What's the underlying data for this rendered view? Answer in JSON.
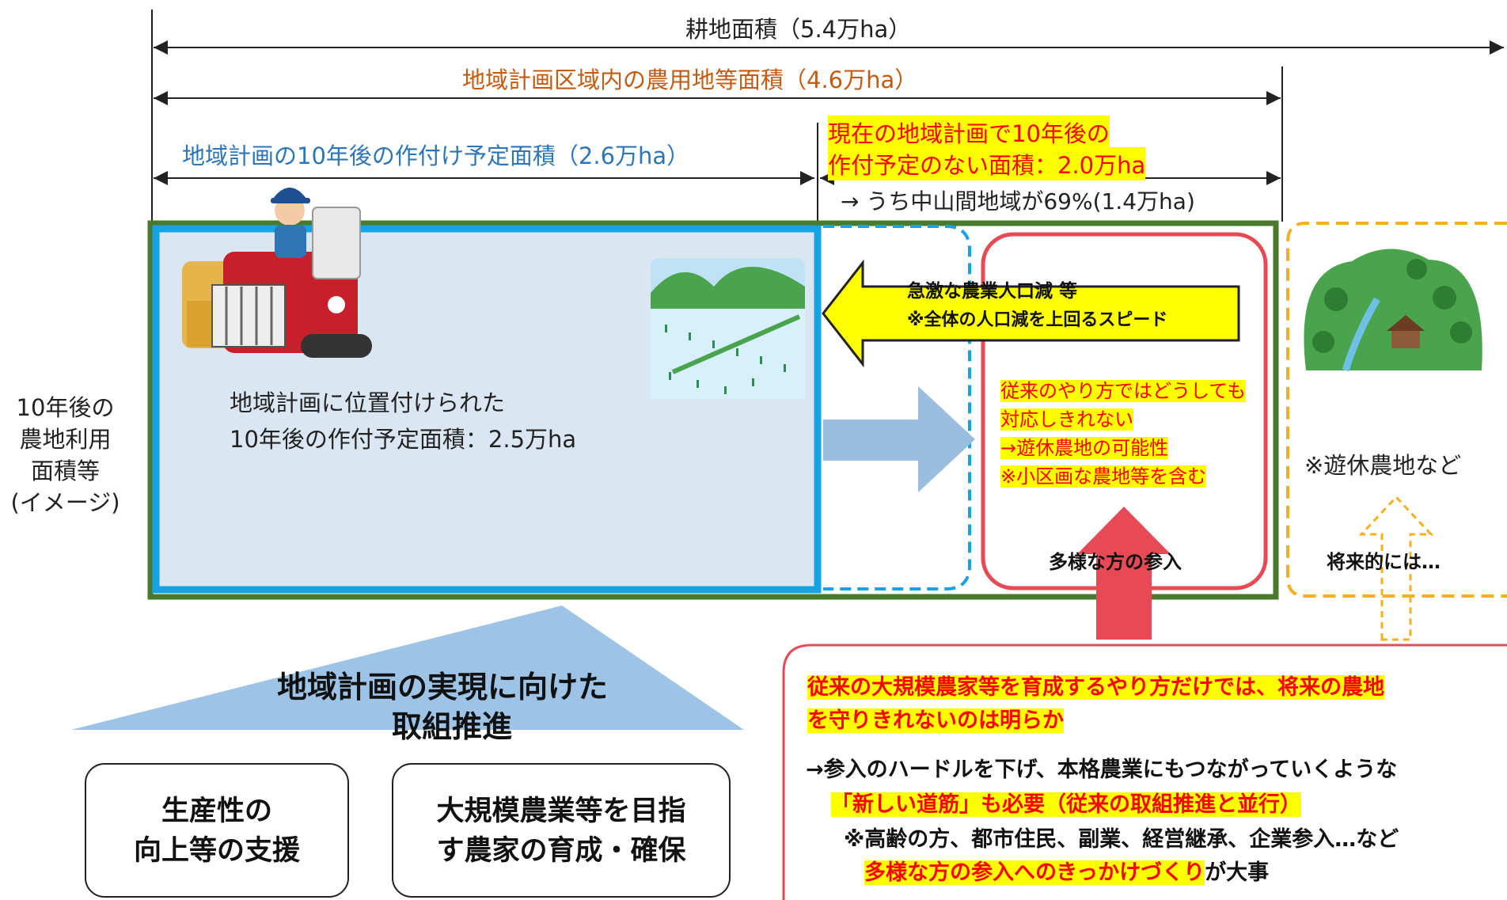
{
  "dims": {
    "total": "耕地面積（5.4万ha）",
    "plan_area": "地域計画区域内の農用地等面積（4.6万ha）",
    "planned": "地域計画の10年後の作付け予定面積（2.6万ha）",
    "unplanned_line1": "現在の地域計画で10年後の",
    "unplanned_line2": "作付予定のない面積：2.0万ha",
    "mountain_note": "→ うち中山間地域が69%(1.4万ha)"
  },
  "side_label": [
    "10年後の",
    "農地利用",
    "面積等",
    "(イメージ)"
  ],
  "left_box": {
    "line1": "地域計画に位置付けられた",
    "line2": "10年後の作付予定面積：2.5万ha"
  },
  "yellow_arrow": {
    "line1": "急激な農業人口減 等",
    "line2": "※全体の人口減を上回るスピード"
  },
  "red_box": {
    "lines": [
      "従来のやり方ではどうしても",
      "対応しきれない",
      "→遊休農地の可能性",
      "※小区画な農地等を含む"
    ],
    "bottom": "多様な方の参入"
  },
  "orange_box": {
    "note": "※遊休農地など",
    "bottom": "将来的には…"
  },
  "triangle": {
    "line1": "地域計画の実現に向けた",
    "line2": "取組推進"
  },
  "card1": {
    "line1": "生産性の",
    "line2": "向上等の支援"
  },
  "card2": {
    "line1": "大規模農業等を目指",
    "line2": "す農家の育成・確保"
  },
  "bottom_box": {
    "line1": "従来の大規模農家等を育成するやり方だけでは、将来の農地",
    "line2": "を守りきれないのは明らか",
    "line3": "→参入のハードルを下げ、本格農業にもつながっていくような",
    "line4a": "「新しい道筋」も必要（従来の取組推進と並行）",
    "line5": "※高齢の方、都市住民、副業、経営継承、企業参入…など",
    "line6a": "多様な方の参入へのきっかけづくり",
    "line6b": "が大事"
  },
  "colors": {
    "green_border": "#4a7a2c",
    "blue_border": "#17a3e3",
    "light_blue": "#dae6f2",
    "red": "#e84a55",
    "orange": "#f5b020",
    "highlight": "#ffff00",
    "plan_text": "#c55a11",
    "planned_text": "#2e75b6",
    "red_text": "#ff0000"
  },
  "icons": [
    "harvester-farmer-icon",
    "rice-field-icon",
    "mountain-village-icon"
  ]
}
